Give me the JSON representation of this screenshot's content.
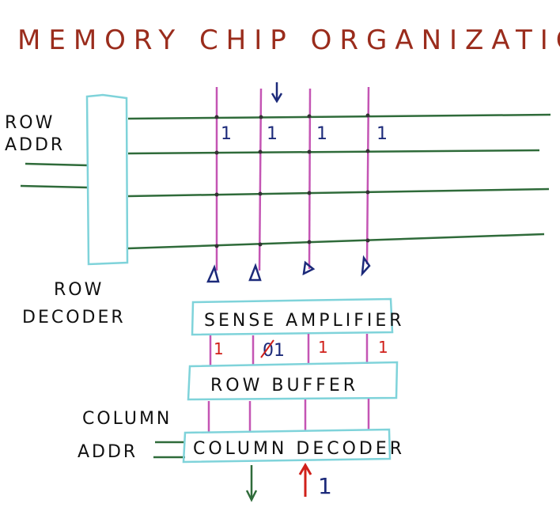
{
  "title": "MEMORY CHIP ORGANIZATION",
  "row_addr_label": [
    "ROW",
    "ADDR"
  ],
  "row_decoder_label": [
    "ROW",
    "DECODER"
  ],
  "column_addr_label": [
    "COLUMN",
    "ADDR"
  ],
  "sense_amplifier_label": "SENSE AMPLIFIER",
  "row_buffer_label": "ROW BUFFER",
  "column_decoder_label": "COLUMN DECODER",
  "cell_bits": [
    "1",
    "1",
    "1",
    "1"
  ],
  "sense_bits": [
    "1",
    "01",
    "1",
    "1"
  ],
  "output_bit": "1",
  "colors": {
    "title": "#9a2c1c",
    "word_line": "#2f6b3a",
    "bit_line": "#c455b4",
    "box_outline": "#7fd3da",
    "blue_ink": "#1c2a7a",
    "red_ink": "#d0201a"
  }
}
